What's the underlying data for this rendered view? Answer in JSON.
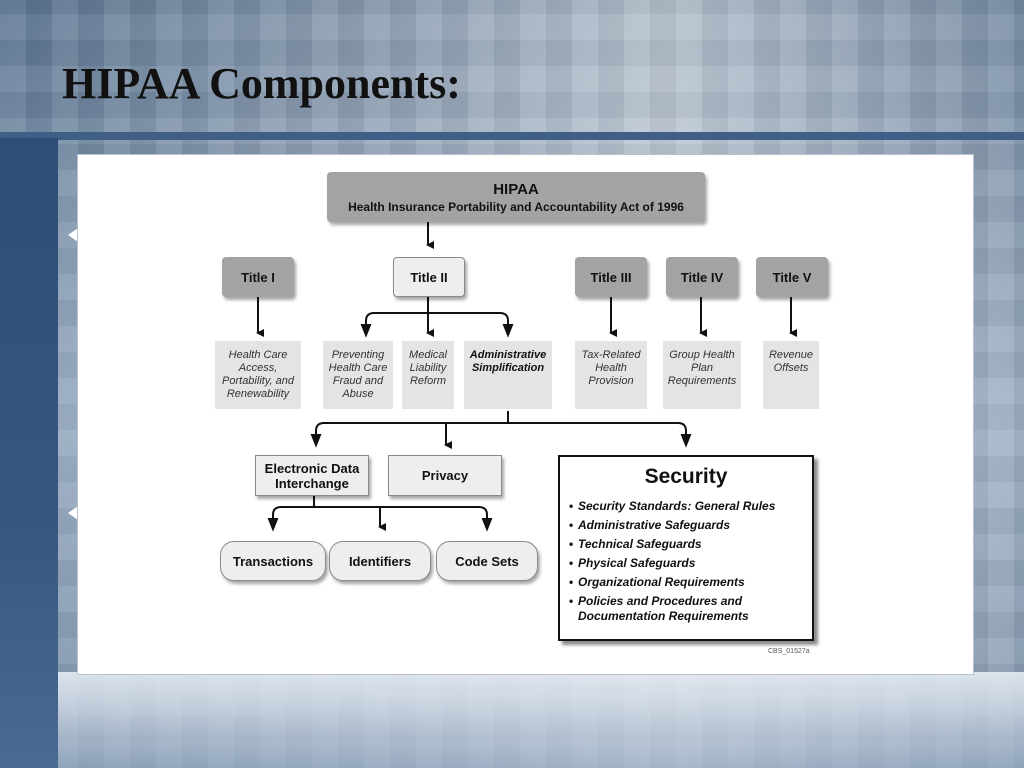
{
  "slide": {
    "title": "HIPAA Components:"
  },
  "diagram": {
    "root": {
      "title": "HIPAA",
      "subtitle": "Health Insurance Portability and Accountability Act of 1996"
    },
    "titles": {
      "t1": {
        "label": "Title I",
        "detail": "Health Care Access, Portability, and Renewability"
      },
      "t2": {
        "label": "Title II",
        "details": [
          "Preventing Health Care Fraud and Abuse",
          "Medical Liability Reform",
          "Administrative Simplification"
        ]
      },
      "t3": {
        "label": "Title III",
        "detail": "Tax-Related Health Provision"
      },
      "t4": {
        "label": "Title IV",
        "detail": "Group Health Plan Requirements"
      },
      "t5": {
        "label": "Title V",
        "detail": "Revenue Offsets"
      }
    },
    "admin_simplification": {
      "edi": "Electronic Data Interchange",
      "privacy": "Privacy",
      "edi_children": [
        "Transactions",
        "Identifiers",
        "Code Sets"
      ]
    },
    "security": {
      "title": "Security",
      "items": [
        "Security Standards: General Rules",
        "Administrative Safeguards",
        "Technical Safeguards",
        "Physical Safeguards",
        "Organizational Requirements",
        "Policies and Procedures and Documentation Requirements"
      ]
    },
    "figure_code": "CBS_01527a"
  }
}
